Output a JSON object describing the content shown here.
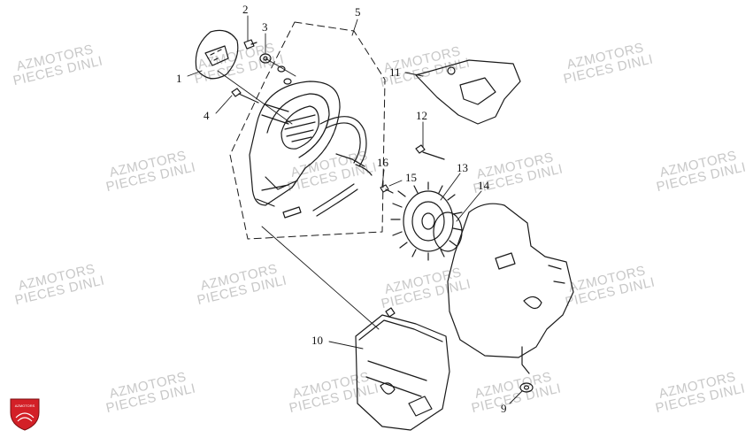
{
  "watermark": {
    "line1": "AZMOTORS",
    "line2": "PIECES DINLI"
  },
  "logo": {
    "text": "AZMOTORS",
    "accent_color": "#d32027"
  },
  "callouts": {
    "p1": "1",
    "p2": "2",
    "p3": "3",
    "p4": "4",
    "p5": "5",
    "p9": "9",
    "p10": "10",
    "p11": "11",
    "p12": "12",
    "p13": "13",
    "p14": "14",
    "p15": "15",
    "p16": "16"
  }
}
